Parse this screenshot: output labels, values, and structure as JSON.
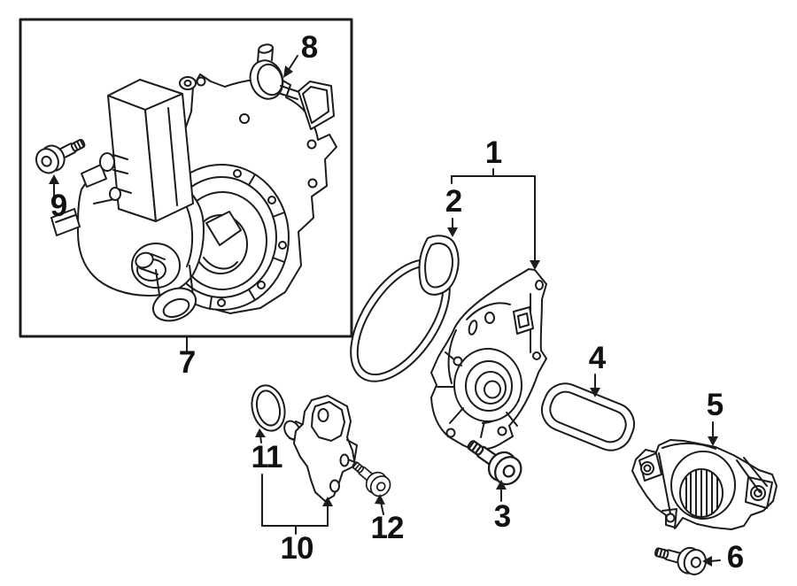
{
  "diagram": {
    "title": "exploded-parts-diagram",
    "background": "#ffffff",
    "line_color": "#1c1c1c",
    "text_color": "#111111"
  },
  "callouts": {
    "c1": {
      "label": "1"
    },
    "c2": {
      "label": "2"
    },
    "c3": {
      "label": "3"
    },
    "c4": {
      "label": "4"
    },
    "c5": {
      "label": "5"
    },
    "c6": {
      "label": "6"
    },
    "c7": {
      "label": "7"
    },
    "c8": {
      "label": "8"
    },
    "c9": {
      "label": "9"
    },
    "c10": {
      "label": "10"
    },
    "c11": {
      "label": "11"
    },
    "c12": {
      "label": "12"
    }
  }
}
